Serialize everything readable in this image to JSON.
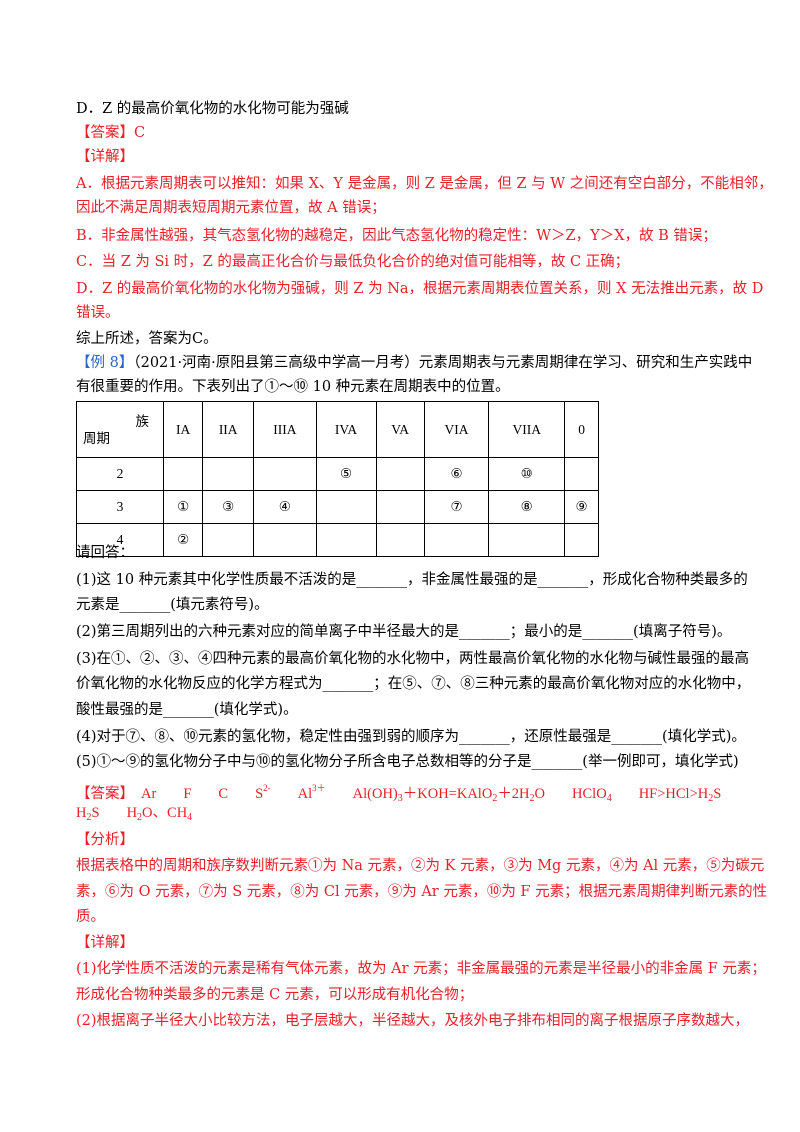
{
  "lines": {
    "d_option": "D．Z 的最高价氧化物的水化物可能为强碱",
    "answer_c": "【答案】C",
    "detail_1": "【详解】",
    "a_1": "A．根据元素周期表可以推知：如果 X、Y 是金属，则 Z 是金属，但 Z 与 W 之间还有空白部分，不能相邻，",
    "a_2": "因此不满足周期表短周期元素位置，故 A 错误；",
    "b_1": "B．非金属性越强，其气态氢化物的越稳定，因此气态氢化物的稳定性：W＞Z，Y＞X，故 B 错误；",
    "c_1": "C．当 Z 为 Si 时，Z 的最高正化合价与最低负化合价的绝对值可能相等，故 C 正确；",
    "d_1": "D．Z 的最高价氧化物的水化物为强碱，则 Z 为 Na，根据元素周期表位置关系，则 X 无法推出元素，故 D",
    "d_2": "错误。",
    "summary": "综上所述，答案为C。",
    "ex8_tag": "【例 8】",
    "ex8_src": "（2021·河南·原阳县第三高级中学高一月考）元素周期表与元素周期律在学习、研究和生产实践中",
    "ex8_2": "有很重要的作用。下表列出了①～⑩ 10 种元素在周期表中的位置。",
    "please": "请回答：",
    "q1_1": "(1)这 10 种元素其中化学性质最不活泼的是_______，非金属性最强的是_______，形成化合物种类最多的",
    "q1_2": "元素是_______(填元素符号)。",
    "q2": "(2)第三周期列出的六种元素对应的简单离子中半径最大的是_______；最小的是_______(填离子符号)。",
    "q3_1": "(3)在①、②、③、④四种元素的最高价氧化物的水化物中，两性最高价氧化物的水化物与碱性最强的最高",
    "q3_2": "价氧化物的水化物反应的化学方程式为_______；在⑤、⑦、⑧三种元素的最高价氧化物对应的水化物中，",
    "q3_3": "酸性最强的是_______(填化学式)。",
    "q4": "(4)对于⑦、⑧、⑩元素的氢化物，稳定性由强到弱的顺序为_______，还原性最强是_______(填化学式)。",
    "q5": "(5)①～⑨的氢化物分子中与⑩的氢化物分子所含电子总数相等的分子是_______(举一例即可，填化学式)",
    "ans_tag": "【答案】",
    "analysis_tag": "【分析】",
    "an_1": "根据表格中的周期和族序数判断元素①为 Na 元素，②为 K 元素，③为 Mg 元素，④为 Al 元素，⑤为碳元",
    "an_2": "素，⑥为 O 元素，⑦为 S 元素，⑧为 Cl 元素，⑨为 Ar 元素，⑩为 F 元素；根据元素周期律判断元素的性",
    "an_3": "质。",
    "detail_2": "【详解】",
    "dt1_1": "(1)化学性质不活泼的元素是稀有气体元素，故为 Ar 元素；非金属最强的元素是半径最小的非金属 F 元素；",
    "dt1_2": "形成化合物种类最多的元素是 C 元素，可以形成有机化合物；",
    "dt2_1": "(2)根据离子半径大小比较方法，电子层越大，半径越大，及核外电子排布相同的离子根据原子序数越大，"
  },
  "answers": {
    "a1": "Ar",
    "a2": "F",
    "a3": "C",
    "a4_base": "S",
    "a4_sup": "2-",
    "a5_base": "Al",
    "a5_sup": "3＋",
    "a6_p1": "Al(OH)",
    "a6_s1": "3",
    "a6_p2": "＋KOH=KAlO",
    "a6_s2": "2",
    "a6_p3": "＋2H",
    "a6_s3": "2",
    "a6_p4": "O",
    "a7_p1": "HClO",
    "a7_s1": "4",
    "a8_p1": "HF>HCl>H",
    "a8_s1": "2",
    "a8_p2": "S",
    "a9_p1": "H",
    "a9_s1": "2",
    "a9_p2": "S",
    "a10_p1": "H",
    "a10_s1": "2",
    "a10_p2": "O、CH",
    "a10_s2": "4"
  },
  "table": {
    "corner_group": "族",
    "corner_period": "周期",
    "headers": [
      "IA",
      "IIA",
      "IIIA",
      "IVA",
      "VA",
      "VIA",
      "VIIA",
      "0"
    ],
    "rows": [
      {
        "period": "2",
        "cells": [
          "",
          "",
          "",
          "⑤",
          "",
          "⑥",
          "⑩",
          ""
        ]
      },
      {
        "period": "3",
        "cells": [
          "①",
          "③",
          "④",
          "",
          "",
          "⑦",
          "⑧",
          "⑨"
        ]
      },
      {
        "period": "4",
        "cells": [
          "②",
          "",
          "",
          "",
          "",
          "",
          "",
          ""
        ]
      }
    ]
  },
  "colors": {
    "red": "#e8202a",
    "blue": "#2a63c7",
    "black": "#000000"
  }
}
